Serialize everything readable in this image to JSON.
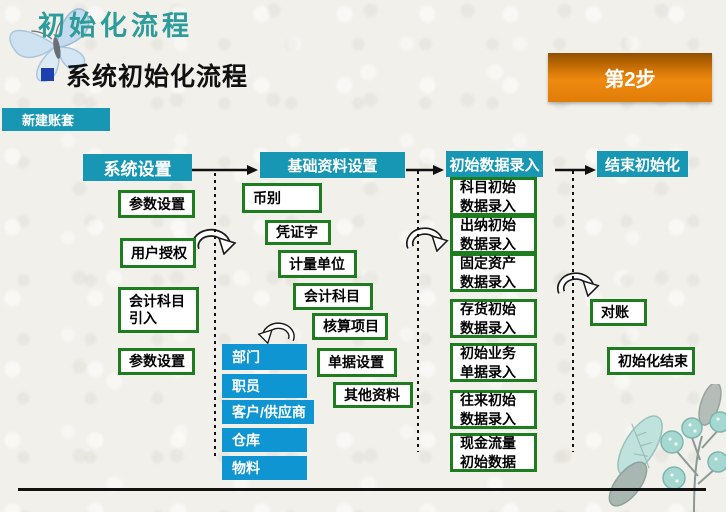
{
  "page": {
    "title": "初始化流程",
    "subtitle": "系统初始化流程",
    "step_button": "第2步",
    "badge": "新建账套"
  },
  "colors": {
    "header_teal": "#1797B3",
    "master_blue": "#1095D3",
    "step_border_green": "#1E7D1E",
    "title_teal": "#2F9C9C",
    "bullet_blue": "#1E40AF",
    "step_button_orange": "#EF8A10",
    "arrow_black": "#111111"
  },
  "flow": {
    "col1": {
      "header": "系统设置",
      "items": [
        "参数设置",
        "用户授权",
        "会计科目\n引入",
        "参数设置"
      ]
    },
    "col2": {
      "header": "基础资料设置",
      "steps": [
        "币别",
        "凭证字",
        "计量单位",
        "会计科目",
        "核算项目",
        "单据设置",
        "其他资料"
      ],
      "masters": [
        "部门",
        "职员",
        "客户/供应商",
        "仓库",
        "物料"
      ]
    },
    "col3": {
      "header": "初始数据录入",
      "items": [
        "科目初始\n数据录入",
        "出纳初始\n数据录入",
        "固定资产\n数据录入",
        "存货初始\n数据录入",
        "初始业务\n单据录入",
        "往来初始\n数据录入",
        "现金流量\n初始数据"
      ]
    },
    "col4": {
      "header": "结束初始化",
      "items": [
        "对账",
        "初始化结束"
      ]
    }
  },
  "decorations": {
    "top_left": "butterfly",
    "bottom_right": "watercolor-plant"
  }
}
